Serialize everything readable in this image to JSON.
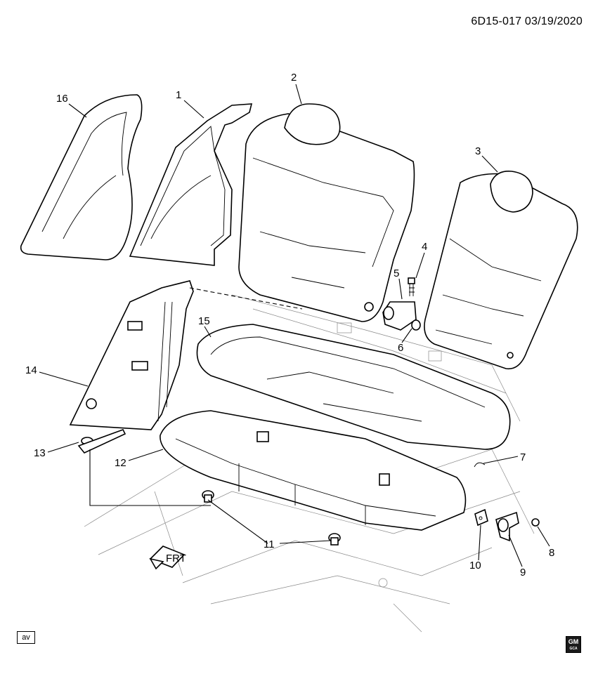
{
  "header": {
    "diagram_code": "6D15-017 03/19/2020"
  },
  "callouts": [
    "1",
    "2",
    "3",
    "4",
    "5",
    "6",
    "7",
    "8",
    "9",
    "10",
    "11",
    "12",
    "13",
    "14",
    "15",
    "16"
  ],
  "direction_arrow": {
    "label": "FRT"
  },
  "footer": {
    "badge": "av",
    "logo_text": "GM",
    "logo_subtext": "GCA"
  }
}
